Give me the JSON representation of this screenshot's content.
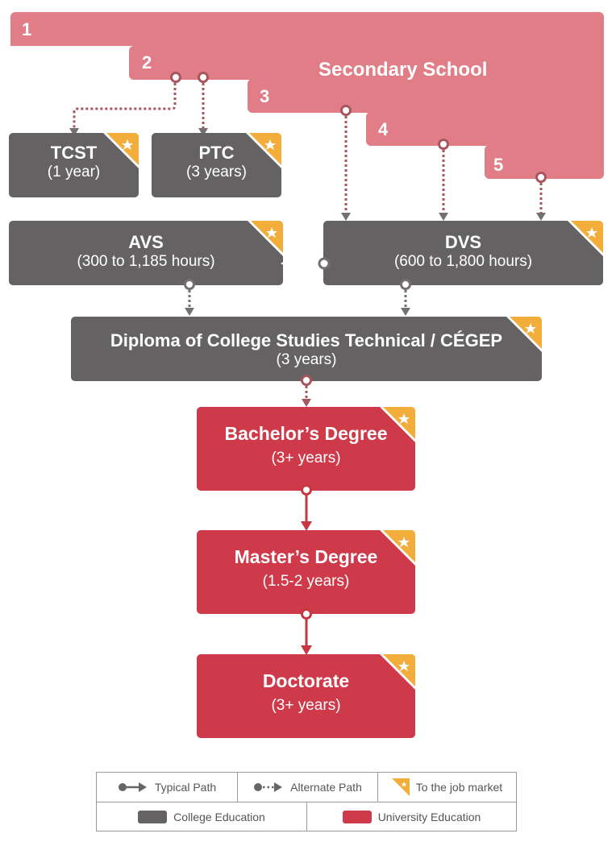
{
  "secondary": {
    "title": "Secondary School",
    "steps": [
      "1",
      "2",
      "3",
      "4",
      "5"
    ]
  },
  "boxes": {
    "tcst": {
      "title": "TCST",
      "sub": "(1 year)"
    },
    "ptc": {
      "title": "PTC",
      "sub": "(3 years)"
    },
    "avs": {
      "title": "AVS",
      "sub": "(300 to 1,185 hours)"
    },
    "dvs": {
      "title": "DVS",
      "sub": "(600 to 1,800 hours)"
    },
    "dcs": {
      "title": "Diploma of College Studies Technical / CÉGEP",
      "sub": "(3 years)"
    },
    "bachelor": {
      "title": "Bachelor’s Degree",
      "sub": "(3+ years)"
    },
    "master": {
      "title": "Master’s Degree",
      "sub": "(1.5-2 years)"
    },
    "doctorate": {
      "title": "Doctorate",
      "sub": "(3+ years)"
    }
  },
  "legend": {
    "typical": "Typical Path",
    "alternate": "Alternate Path",
    "job": "To the job market",
    "college": "College Education",
    "university": "University Education"
  },
  "colors": {
    "secondary": "#e07d87",
    "college": "#656263",
    "university": "#cf3a4a",
    "job_star": "#f2ad3a"
  }
}
